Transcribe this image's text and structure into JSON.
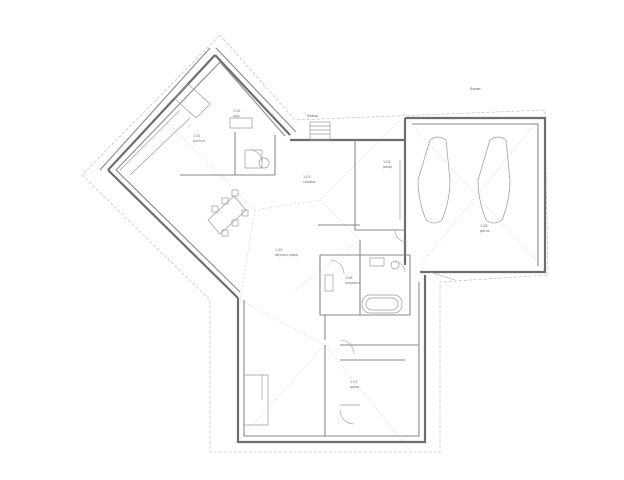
{
  "labels": {
    "north": "Sever",
    "entry": "Vstup",
    "room_1": "1.01",
    "room_1_name": "kuchyn",
    "room_2": "1.02",
    "room_2_name": "spiz",
    "room_3": "1.03",
    "room_3_name": "chodba",
    "room_4": "1.04",
    "room_4_name": "pokoj",
    "room_5": "1.05",
    "room_5_name": "obyvaci pokoj",
    "room_6": "1.06",
    "room_6_name": "koupelna",
    "room_7": "1.07",
    "room_7_name": "pokoj",
    "room_8": "1.08",
    "room_8_name": "garaz"
  }
}
